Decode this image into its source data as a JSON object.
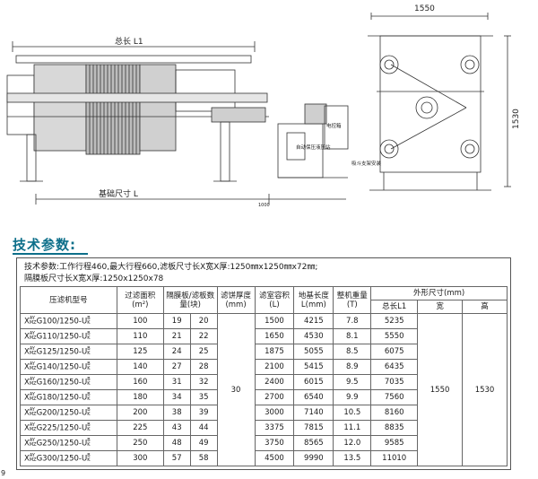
{
  "drawing": {
    "total_length_label": "总长 L1",
    "foundation_label": "基础尺寸 L",
    "dim_1550": "1550",
    "dim_1530": "1530",
    "dim_1000": "1000",
    "control_box_label": "电控箱",
    "auto_pump_label": "自动保压液压站",
    "bracket_label": "吸斗支架安装"
  },
  "section": {
    "title": "技术参数:"
  },
  "specs_intro": {
    "line1": "技术参数:工作行程460,最大行程660,滤板尺寸长X宽X厚:1250㎜x1250㎜x72㎜;",
    "line2": "隔膜板尺寸长X宽X厚:1250x1250x78"
  },
  "table": {
    "headers": {
      "model": "压滤机型号",
      "area": "过滤面积(m²)",
      "plates": "隔膜板/滤板数量(块)",
      "thickness": "滤饼厚度(mm)",
      "volume": "滤室容积(L)",
      "base_length": "地基长度L(mm)",
      "weight": "整机重量(T)",
      "outline": "外形尺寸(mm)",
      "total_length": "总长L1",
      "width": "宽",
      "height": "高"
    },
    "model_prefix": "X",
    "model_sup": "AY",
    "model_sub": "MZ",
    "model_suffix_sup": "B",
    "model_suffix_sub": "K",
    "thickness_value": "30",
    "width_value": "1550",
    "height_value": "1530",
    "rows": [
      {
        "model": "G100/1250-U",
        "area": "100",
        "diaphragm": "19",
        "filter": "20",
        "volume": "1500",
        "base": "4215",
        "weight": "7.8",
        "total": "5235"
      },
      {
        "model": "G110/1250-U",
        "area": "110",
        "diaphragm": "21",
        "filter": "22",
        "volume": "1650",
        "base": "4530",
        "weight": "8.1",
        "total": "5550"
      },
      {
        "model": "G125/1250-U",
        "area": "125",
        "diaphragm": "24",
        "filter": "25",
        "volume": "1875",
        "base": "5055",
        "weight": "8.5",
        "total": "6075"
      },
      {
        "model": "G140/1250-U",
        "area": "140",
        "diaphragm": "27",
        "filter": "28",
        "volume": "2100",
        "base": "5415",
        "weight": "8.9",
        "total": "6435"
      },
      {
        "model": "G160/1250-U",
        "area": "160",
        "diaphragm": "31",
        "filter": "32",
        "volume": "2400",
        "base": "6015",
        "weight": "9.5",
        "total": "7035"
      },
      {
        "model": "G180/1250-U",
        "area": "180",
        "diaphragm": "34",
        "filter": "35",
        "volume": "2700",
        "base": "6540",
        "weight": "9.9",
        "total": "7560"
      },
      {
        "model": "G200/1250-U",
        "area": "200",
        "diaphragm": "38",
        "filter": "39",
        "volume": "3000",
        "base": "7140",
        "weight": "10.5",
        "total": "8160"
      },
      {
        "model": "G225/1250-U",
        "area": "225",
        "diaphragm": "43",
        "filter": "44",
        "volume": "3375",
        "base": "7815",
        "weight": "11.1",
        "total": "8835"
      },
      {
        "model": "G250/1250-U",
        "area": "250",
        "diaphragm": "48",
        "filter": "49",
        "volume": "3750",
        "base": "8565",
        "weight": "12.0",
        "total": "9585"
      },
      {
        "model": "G300/1250-U",
        "area": "300",
        "diaphragm": "57",
        "filter": "58",
        "volume": "4500",
        "base": "9990",
        "weight": "13.5",
        "total": "11010"
      }
    ]
  },
  "page_number": "9"
}
